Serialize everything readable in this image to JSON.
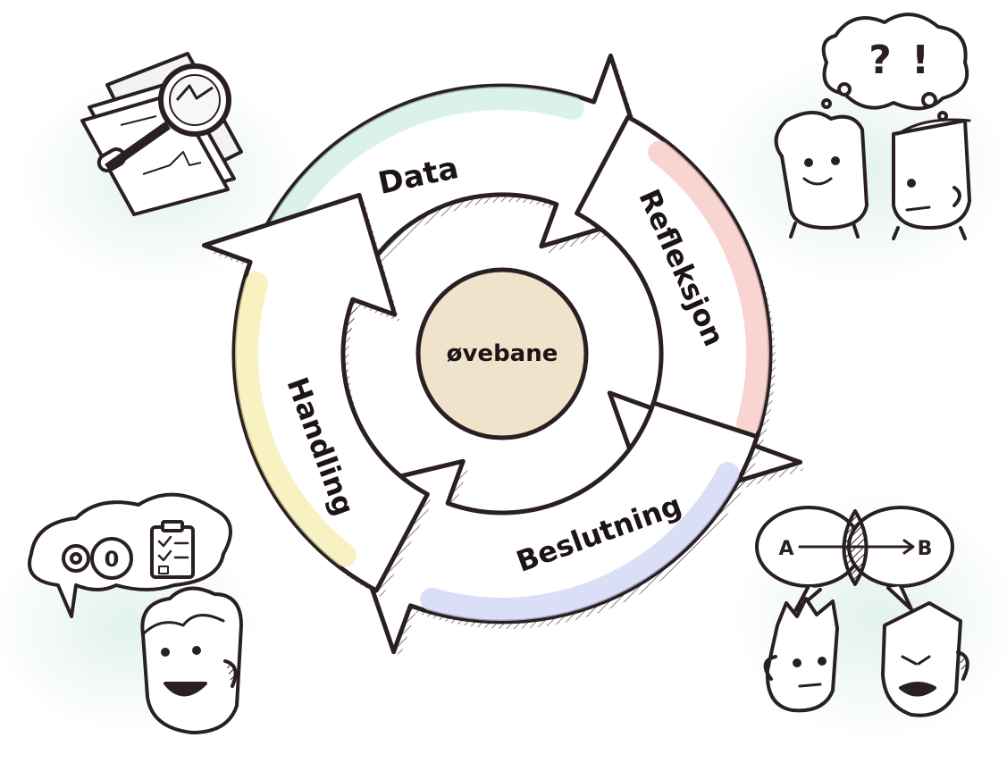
{
  "cycle": {
    "center_label": "øvebane",
    "stages": [
      {
        "id": "data",
        "label": "Data",
        "tint": "#cfeee2"
      },
      {
        "id": "refleksjon",
        "label": "Refleksjon",
        "tint": "#f6c7c0"
      },
      {
        "id": "beslutning",
        "label": "Beslutning",
        "tint": "#cdd3f3"
      },
      {
        "id": "handling",
        "label": "Handling",
        "tint": "#f5ecae"
      }
    ],
    "center_fill": "#efe3cb",
    "outline": "#2a1f22"
  },
  "corners": {
    "thought_left": "?",
    "thought_right": "!",
    "venn_a": "A",
    "venn_b": "B"
  }
}
